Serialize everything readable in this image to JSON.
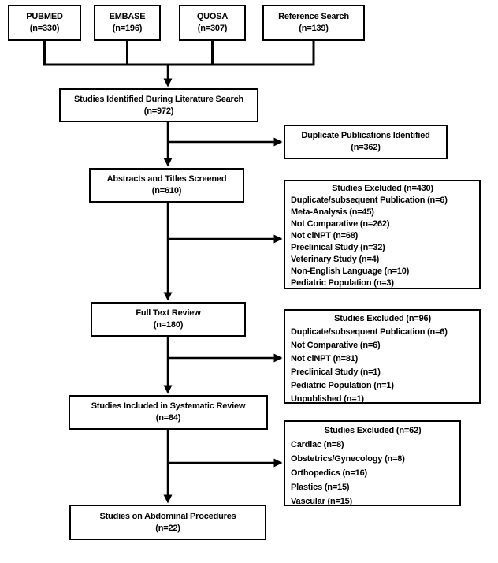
{
  "diagram": {
    "title": "Study selection flow diagram",
    "colors": {
      "line": "#000000",
      "border": "#000000",
      "background": "#ffffff",
      "text": "#000000"
    },
    "sources": [
      {
        "name": "PUBMED",
        "count": "(n=330)"
      },
      {
        "name": "EMBASE",
        "count": "(n=196)"
      },
      {
        "name": "QUOSA",
        "count": "(n=307)"
      },
      {
        "name": "Reference Search",
        "count": "(n=139)"
      }
    ],
    "nodes": {
      "identified": {
        "label": "Studies Identified During Literature Search",
        "count": "(n=972)"
      },
      "duplicate": {
        "label": "Duplicate Publications Identified",
        "count": "(n=362)"
      },
      "screened": {
        "label": "Abstracts and Titles Screened",
        "count": "(n=610)"
      },
      "fulltext": {
        "label": "Full Text Review",
        "count": "(n=180)"
      },
      "included": {
        "label": "Studies Included in Systematic Review",
        "count": "(n=84)"
      },
      "abdominal": {
        "label": "Studies on Abdominal Procedures",
        "count": "(n=22)"
      }
    },
    "exclusions": [
      {
        "title": "Studies Excluded (n=430)",
        "items": [
          "Duplicate/subsequent Publication (n=6)",
          "Meta-Analysis (n=45)",
          "Not Comparative (n=262)",
          "Not ciNPT (n=68)",
          "Preclinical Study (n=32)",
          "Veterinary Study (n=4)",
          "Non-English Language (n=10)",
          "Pediatric Population (n=3)"
        ]
      },
      {
        "title": "Studies Excluded (n=96)",
        "items": [
          "Duplicate/subsequent Publication (n=6)",
          "Not Comparative (n=6)",
          "Not ciNPT (n=81)",
          "Preclinical Study (n=1)",
          "Pediatric Population (n=1)",
          "Unpublished (n=1)"
        ]
      },
      {
        "title": "Studies Excluded (n=62)",
        "items": [
          "Cardiac (n=8)",
          "Obstetrics/Gynecology (n=8)",
          "Orthopedics (n=16)",
          "Plastics (n=15)",
          "Vascular (n=15)"
        ]
      }
    ]
  }
}
